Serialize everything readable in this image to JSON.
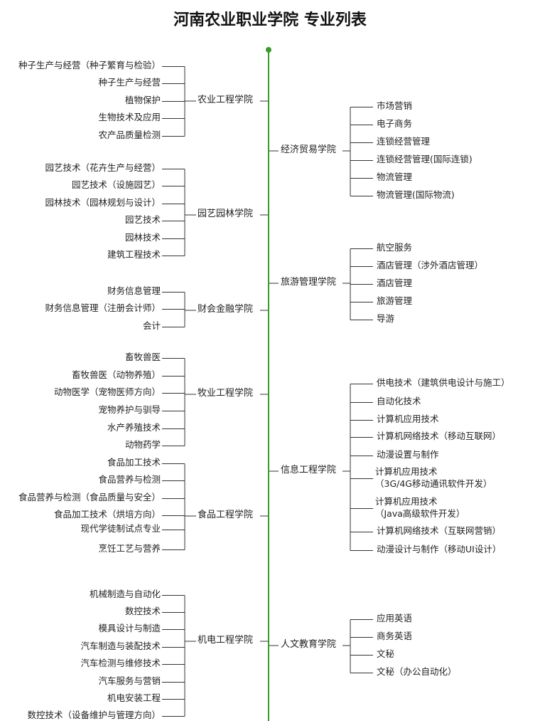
{
  "title": "河南农业职业学院 专业列表",
  "colors": {
    "spine": "#3a9a2a",
    "branch": "#333333"
  },
  "left": [
    {
      "college": "农业工程学院",
      "majors": [
        "种子生产与经营（种子繁育与检验）",
        "种子生产与经营",
        "植物保护",
        "生物技术及应用",
        "农产品质量检测"
      ]
    },
    {
      "college": "园艺园林学院",
      "majors": [
        "园艺技术（花卉生产与经营）",
        "园艺技术（设施园艺）",
        "园林技术（园林规划与设计）",
        "园艺技术",
        "园林技术",
        "建筑工程技术"
      ]
    },
    {
      "college": "财会金融学院",
      "majors": [
        "财务信息管理",
        "财务信息管理（注册会计师）",
        "会计"
      ]
    },
    {
      "college": "牧业工程学院",
      "majors": [
        "畜牧兽医",
        "畜牧兽医（动物养殖）",
        "动物医学（宠物医师方向）",
        "宠物养护与驯导",
        "水产养殖技术",
        "动物药学"
      ]
    },
    {
      "college": "食品工程学院",
      "majors": [
        "食品加工技术",
        "食品营养与检测",
        "食品营养与检测（食品质量与安全）",
        "食品加工技术（烘培方向）",
        "现代学徒制试点专业",
        "烹饪工艺与营养"
      ]
    },
    {
      "college": "机电工程学院",
      "majors": [
        "机械制造与自动化",
        "数控技术",
        "模具设计与制造",
        "汽车制造与装配技术",
        "汽车检测与维修技术",
        "汽车服务与营销",
        "机电安装工程",
        "数控技术（设备维护与管理方向）"
      ]
    }
  ],
  "right": [
    {
      "college": "经济贸易学院",
      "majors": [
        "市场营销",
        "电子商务",
        "连锁经营管理",
        "连锁经营管理(国际连锁)",
        "物流管理",
        "物流管理(国际物流)"
      ]
    },
    {
      "college": "旅游管理学院",
      "majors": [
        "航空服务",
        "酒店管理（涉外酒店管理）",
        "酒店管理",
        "旅游管理",
        "导游"
      ]
    },
    {
      "college": "信息工程学院",
      "majors": [
        "供电技术（建筑供电设计与施工）",
        "自动化技术",
        "计算机应用技术",
        "计算机网络技术（移动互联网）",
        "动漫设置与制作",
        "计算机应用技术\n（3G/4G移动通讯软件开发）",
        "计算机应用技术\n（Java高级软件开发）",
        "计算机网络技术（互联网营销）",
        "动漫设计与制作（移动UI设计）"
      ]
    },
    {
      "college": "人文教育学院",
      "majors": [
        "应用英语",
        "商务英语",
        "文秘",
        "文秘（办公自动化）"
      ]
    }
  ]
}
